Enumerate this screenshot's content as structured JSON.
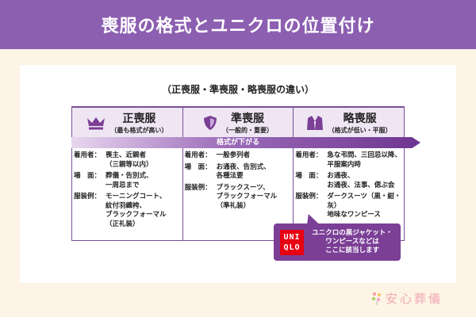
{
  "header": {
    "title": "喪服の格式とユニクロの位置付け"
  },
  "subtitle": "（正喪服・準喪服・略喪服の違い）",
  "colors": {
    "header": "#8c5fb1",
    "accent": "#7b3f96",
    "uniqlo_red": "#e60012",
    "background": "#fdf4e6"
  },
  "arrow_label": "格式が下がる",
  "columns": [
    {
      "icon": "crown-icon",
      "title": "正喪服",
      "sub": "（最も格式が高い）",
      "rows": [
        {
          "k": "着用者：",
          "v": "喪主、近親者\n（三親等以内）"
        },
        {
          "k": "場　面：",
          "v": "葬儀・告別式、\n一周忌まで"
        },
        {
          "k": "服装例：",
          "v": "モーニングコート、\n紋付羽織袴、\nブラックフォーマル\n（正礼装）"
        }
      ]
    },
    {
      "icon": "shield-icon",
      "title": "準喪服",
      "sub": "（一般的・重要）",
      "rows": [
        {
          "k": "着用者：",
          "v": "一般参列者\n "
        },
        {
          "k": "場　面：",
          "v": "お通夜、告別式、\n各種法要"
        },
        {
          "k": "服装例：",
          "v": "ブラックスーツ、\nブラックフォーマル\n（準礼装）"
        }
      ]
    },
    {
      "icon": "jacket-icon",
      "title": "略喪服",
      "sub": "（格式が低い・平服）",
      "rows": [
        {
          "k": "着用者：",
          "v": "急な弔問、三回忌以降、\n平服案内時"
        },
        {
          "k": "場　面：",
          "v": "お通夜、\nお通夜、法事、偲ぶ会"
        },
        {
          "k": "服装例：",
          "v": "ダークスーツ（黒・紺・灰）\n地味なワンピース"
        }
      ]
    }
  ],
  "callout": {
    "logo_top": "UNI",
    "logo_bottom": "QLO",
    "text": "ユニクロの黒ジャケット・\nワンピースなどは\nここに該当します"
  },
  "brand": {
    "name": "安心葬儀"
  }
}
